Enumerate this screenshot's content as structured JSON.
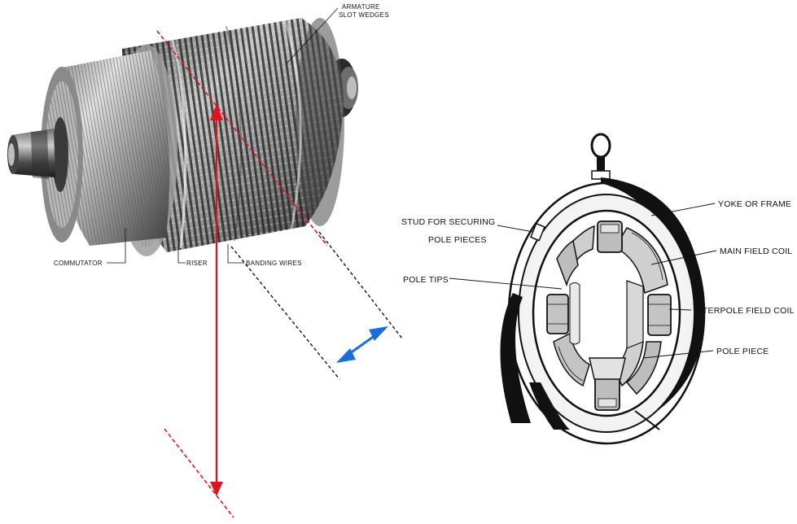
{
  "armature_labels": {
    "slot_wedges_line1": "ARMATURE",
    "slot_wedges_line2": "SLOT WEDGES",
    "commutator": "COMMUTATOR",
    "riser": "RISER",
    "banding_wires": "BANDING WIRES"
  },
  "frame_labels": {
    "stud_line1": "STUD FOR SECURING",
    "stud_line2": "POLE PIECES",
    "pole_tips": "POLE TIPS",
    "yoke": "YOKE OR FRAME",
    "main_field_coil": "MAIN FIELD COIL",
    "interpole_field_coil": "INTERPOLE FIELD COIL",
    "pole_piece": "POLE PIECE"
  },
  "colors": {
    "red_arrow": "#e0141e",
    "blue_arrow": "#1a6fd6",
    "metal_dark": "#3a3a3a",
    "metal_light": "#d9d9d9"
  }
}
